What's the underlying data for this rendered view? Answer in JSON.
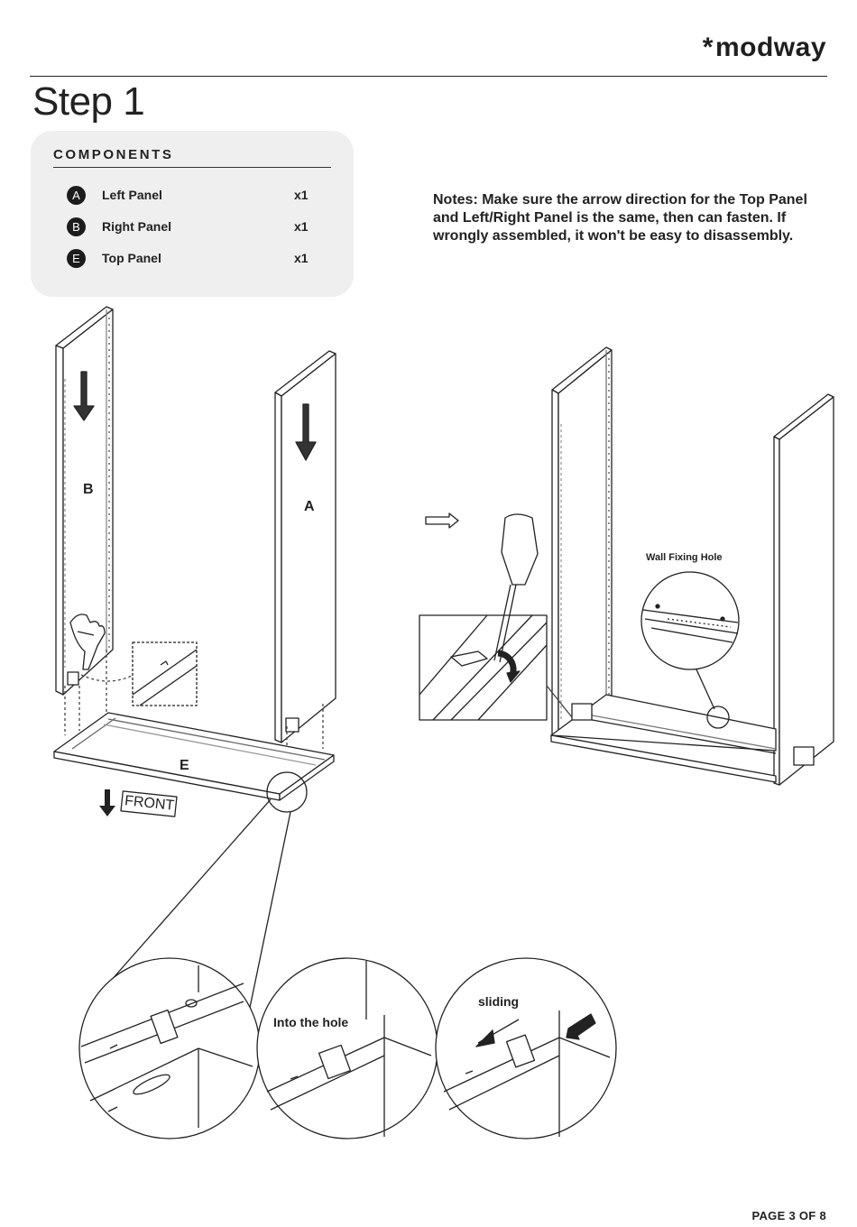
{
  "header": {
    "brand_name": "modway",
    "brand_mark": "*"
  },
  "page_title": "Step 1",
  "components": {
    "heading": "COMPONENTS",
    "items": [
      {
        "badge": "A",
        "name": "Left Panel",
        "qty": "x1"
      },
      {
        "badge": "B",
        "name": "Right Panel",
        "qty": "x1"
      },
      {
        "badge": "E",
        "name": "Top Panel",
        "qty": "x1"
      }
    ]
  },
  "notes": "Notes: Make sure the arrow direction for the Top Panel and Left/Right Panel is the same, then can fasten. If wrongly assembled, it won't be easy to disassembly.",
  "diagram": {
    "panel_b_label": "B",
    "panel_a_label": "A",
    "panel_e_label": "E",
    "front_label": "FRONT",
    "wall_hole_label": "Wall Fixing Hole",
    "into_hole_label": "Into the hole",
    "sliding_label": "sliding"
  },
  "footer": {
    "page_indicator": "PAGE 3 OF 8"
  }
}
